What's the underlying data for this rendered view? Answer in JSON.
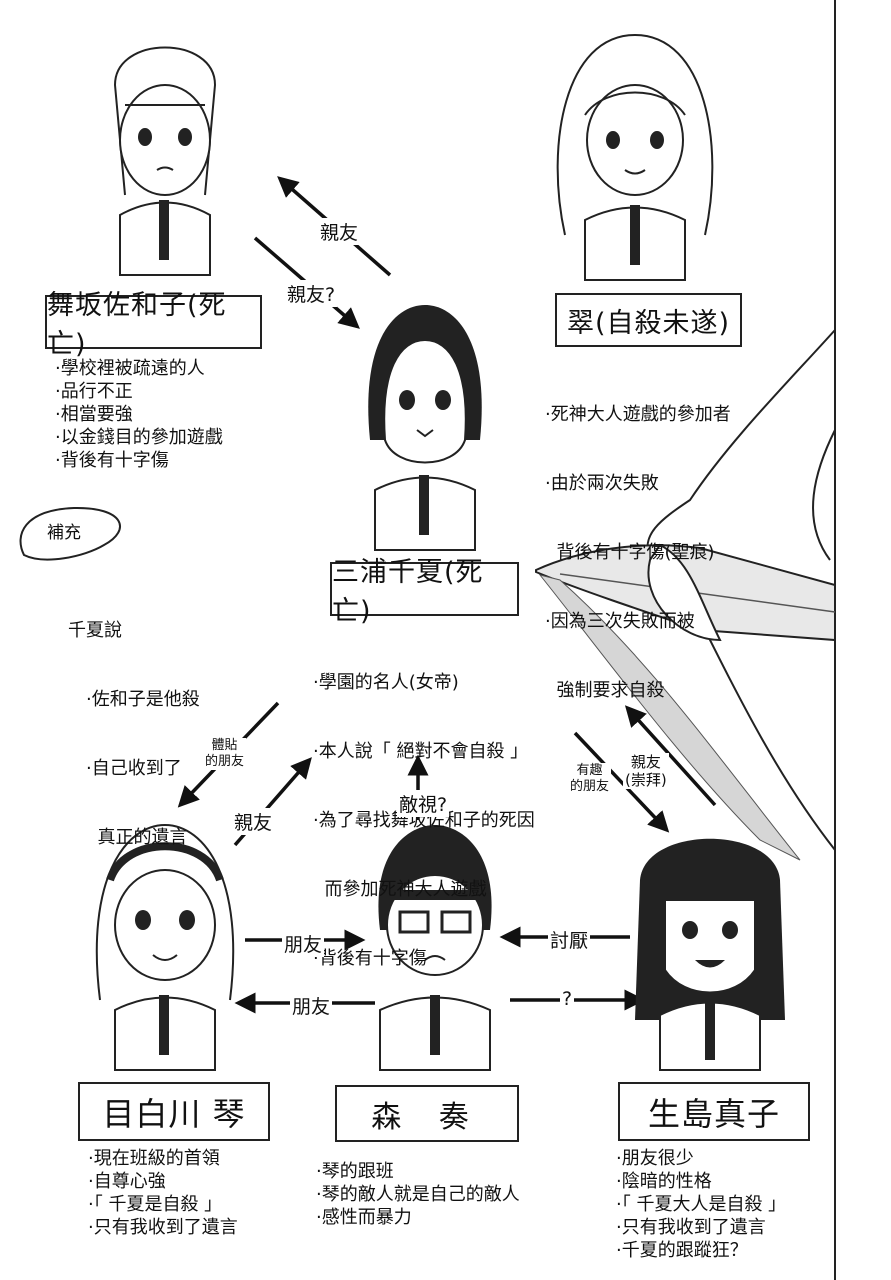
{
  "characters": [
    {
      "name": "舞坂佐和子(死亡)",
      "notes": [
        "·學校裡被疏遠的人",
        "·品行不正",
        "·相當要強",
        "·以金錢目的參加遊戲",
        "·背後有十字傷"
      ]
    },
    {
      "name": "翠(自殺未遂)",
      "notes": [
        "·死神大人遊戲的參加者",
        "·由於兩次失敗",
        "  背後有十字傷(聖痕)",
        "·因為三次失敗而被",
        "  強制要求自殺"
      ]
    },
    {
      "name": "三浦千夏(死亡)",
      "notes": [
        "·學園的名人(女帝)",
        "·本人說「 絕對不會自殺 」",
        "·為了尋找舞坂佐和子的死因",
        "  而參加死神大人遊戲",
        "·背後有十字傷"
      ]
    },
    {
      "name": "目白川 琴",
      "notes": [
        "·現在班級的首領",
        "·自尊心強",
        "·「 千夏是自殺 」",
        "·只有我收到了遺言"
      ]
    },
    {
      "name": "森 奏",
      "notes": [
        "·琴的跟班",
        "·琴的敵人就是自己的敵人",
        "·感性而暴力"
      ]
    },
    {
      "name": "生島真子",
      "notes": [
        "·朋友很少",
        "·陰暗的性格",
        "·「 千夏大人是自殺 」",
        "·只有我收到了遺言",
        "·千夏的跟蹤狂？"
      ]
    }
  ],
  "supplement": {
    "title": "補充",
    "lines": [
      "千夏說",
      "·佐和子是他殺",
      "·自己收到了",
      "  真正的遺言"
    ]
  },
  "relations": {
    "chinatsu_to_sawako": "親友",
    "sawako_to_chinatsu": "親友?",
    "chinatsu_to_koto": "體貼\n的朋友",
    "koto_to_chinatsu": "親友",
    "mori_to_chinatsu": "敵視?",
    "chinatsu_to_ikushima": "有趣\n的朋友",
    "ikushima_to_chinatsu": "親友\n(崇拜)",
    "koto_to_mori": "朋友",
    "mori_to_koto": "朋友",
    "ikushima_to_mori": "討厭",
    "mori_to_ikushima": "?"
  }
}
